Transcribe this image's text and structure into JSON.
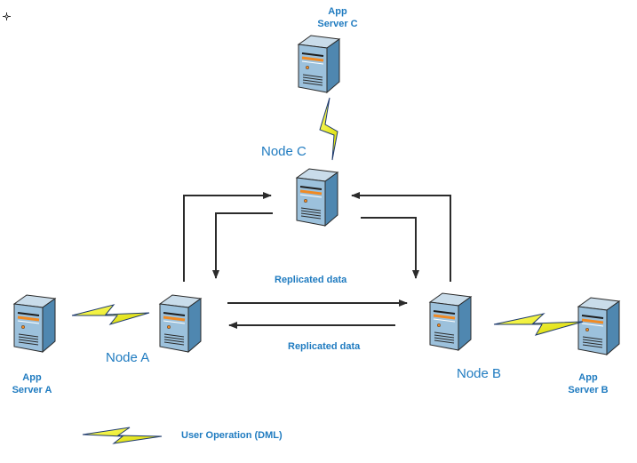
{
  "diagram": {
    "app_servers": [
      {
        "id": "C",
        "line1": "App",
        "line2": "Server C"
      },
      {
        "id": "A",
        "line1": "App",
        "line2": "Server A"
      },
      {
        "id": "B",
        "line1": "App",
        "line2": "Server B"
      }
    ],
    "nodes": [
      {
        "id": "C",
        "label": "Node C"
      },
      {
        "id": "A",
        "label": "Node A"
      },
      {
        "id": "B",
        "label": "Node B"
      }
    ],
    "edges": {
      "replicated_top": "Replicated data",
      "replicated_bottom": "Replicated data"
    },
    "legend": {
      "label": "User Operation (DML)",
      "icon": "lightning-bolt-icon"
    },
    "colors": {
      "label": "#1f7bc0",
      "arrow": "#2b2b2b",
      "bolt": "#f2f200",
      "server_front": "#8fb6d3",
      "server_side": "#4e86ae",
      "accent": "#f08a24"
    }
  }
}
